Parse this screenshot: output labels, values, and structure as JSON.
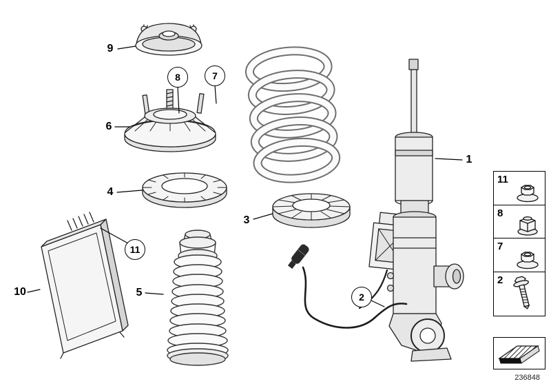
{
  "figure": {
    "number": "236848"
  },
  "callouts": {
    "c1": "1",
    "c2": "2",
    "c3": "3",
    "c4": "4",
    "c5": "5",
    "c6": "6",
    "c7": "7",
    "c8": "8",
    "c9": "9",
    "c10": "10",
    "c11": "11"
  },
  "legend": {
    "items": [
      {
        "label": "11",
        "icon": "flange-nut-icon"
      },
      {
        "label": "8",
        "icon": "hex-nut-icon"
      },
      {
        "label": "7",
        "icon": "flange-nut-icon"
      },
      {
        "label": "2",
        "icon": "hex-flange-bolt-icon"
      }
    ],
    "symbol_icon": "direction-arrow-icon"
  },
  "colors": {
    "background": "#ffffff",
    "line": "#1a1a1a",
    "shade_light": "#f2f2f2",
    "shade_mid": "#dddddd",
    "cable": "#1b1b1b"
  }
}
